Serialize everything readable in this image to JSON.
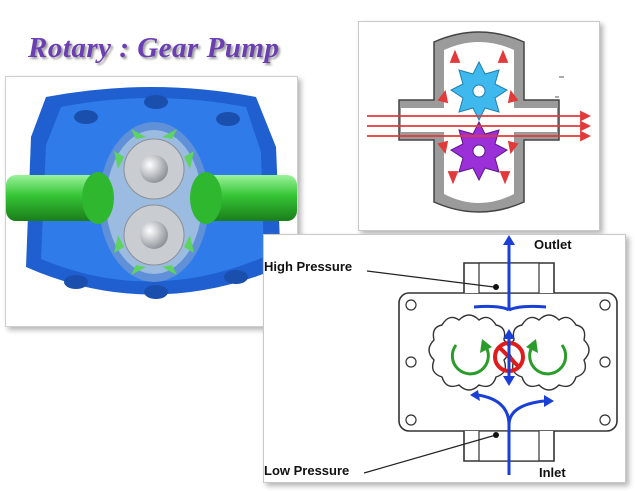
{
  "title": "Rotary : Gear  Pump",
  "colors": {
    "title": "#6b3fb3",
    "housing_blue": "#2d6fe0",
    "shaft_green": "#3ccf3c",
    "gear_cyan": "#3fb8ee",
    "gear_purple": "#9b2fd8",
    "flow_red": "#e23a3a",
    "arrow_blue": "#1a3fd6",
    "rotation_green": "#2a9c2a"
  },
  "pressure_diagram": {
    "outlet_label": "Outlet",
    "inlet_label": "Inlet",
    "high_pressure_label": "High Pressure",
    "low_pressure_label": "Low Pressure"
  },
  "icons": [
    "gear-pump-3d-illustration",
    "cyan-gear-icon",
    "purple-gear-icon",
    "no-flow-symbol-icon"
  ]
}
